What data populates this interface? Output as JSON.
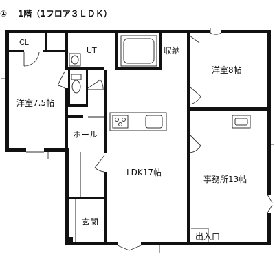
{
  "header": {
    "marker": "①",
    "title": "1階（1フロア３ＬＤＫ）"
  },
  "rooms": {
    "closet": "CL",
    "utility": "UT",
    "storage": "収納",
    "western_room_right": "洋室8帖",
    "western_room_left": "洋室7.5帖",
    "hall": "ホール",
    "ldk": "LDK17帖",
    "office": "事務所13帖",
    "entrance": "玄関",
    "doorway": "出入口"
  }
}
